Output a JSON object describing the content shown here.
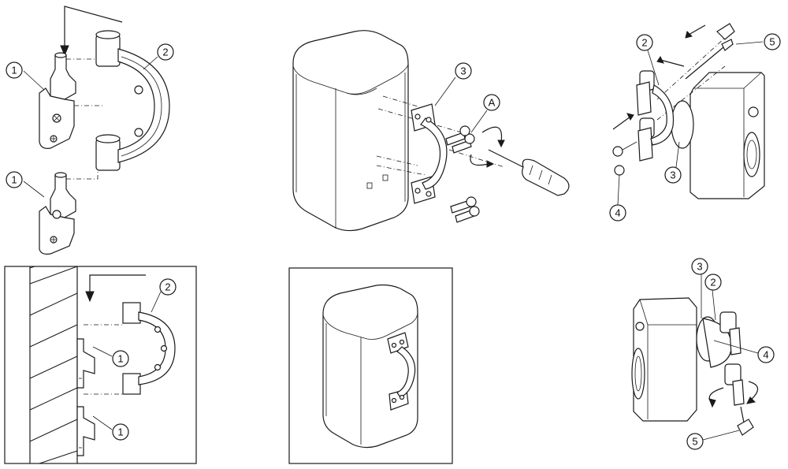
{
  "callouts": {
    "one": "1",
    "two": "2",
    "three": "3",
    "four": "4",
    "five": "5",
    "a": "A"
  },
  "icons": [
    "screwdriver-icon",
    "rotate-arrow-icon",
    "direction-arrow-icon"
  ]
}
